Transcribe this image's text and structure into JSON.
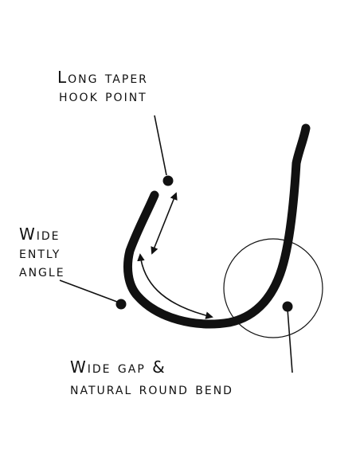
{
  "labels": {
    "hook_point": [
      "Long taper",
      "hook point"
    ],
    "angle": [
      "Wide",
      "ently",
      "angle"
    ],
    "gap_bend": [
      "Wide gap &",
      "natural round bend"
    ]
  },
  "colors": {
    "ink": "#111111",
    "background": "#ffffff"
  }
}
